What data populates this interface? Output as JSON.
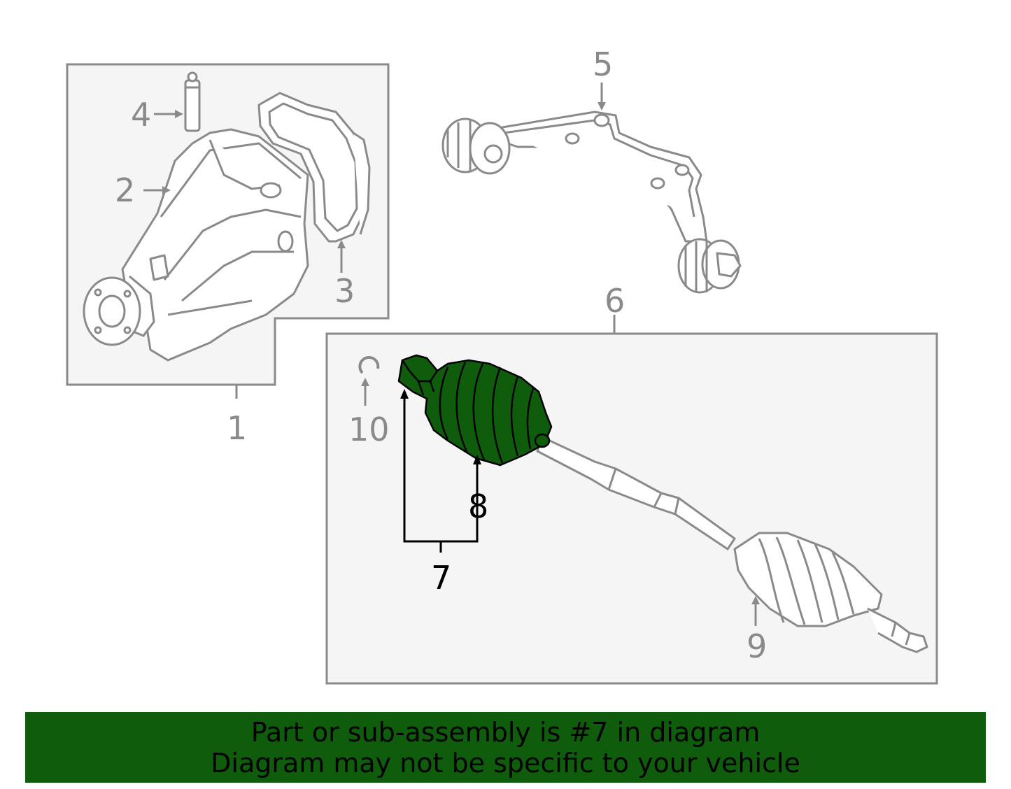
{
  "diagram": {
    "callouts": [
      {
        "id": "1",
        "label": "1",
        "highlighted": false
      },
      {
        "id": "2",
        "label": "2",
        "highlighted": false
      },
      {
        "id": "3",
        "label": "3",
        "highlighted": false
      },
      {
        "id": "4",
        "label": "4",
        "highlighted": false
      },
      {
        "id": "5",
        "label": "5",
        "highlighted": false
      },
      {
        "id": "6",
        "label": "6",
        "highlighted": false
      },
      {
        "id": "7",
        "label": "7",
        "highlighted": true
      },
      {
        "id": "8",
        "label": "8",
        "highlighted": true
      },
      {
        "id": "9",
        "label": "9",
        "highlighted": false
      },
      {
        "id": "10",
        "label": "10",
        "highlighted": false
      }
    ],
    "highlight_color": "#0f5d0c",
    "line_color": "#8a8a8a",
    "panel_fill": "#f5f5f5"
  },
  "banner": {
    "line1": "Part or sub-assembly is #7 in diagram",
    "line2": "Diagram may not be specific to your vehicle",
    "background": "#0f5d0c"
  }
}
